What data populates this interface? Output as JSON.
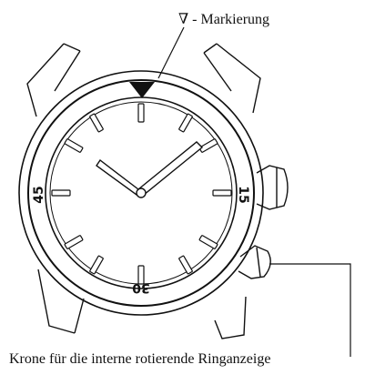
{
  "annotations": {
    "top_label": "∇ - Markierung",
    "bottom_label": "Krone für die interne rotierende Ringanzeige"
  },
  "bezel_numerals": {
    "n15": "15",
    "n30": "30",
    "n45": "45"
  },
  "colors": {
    "line": "#111111",
    "background": "#ffffff"
  }
}
